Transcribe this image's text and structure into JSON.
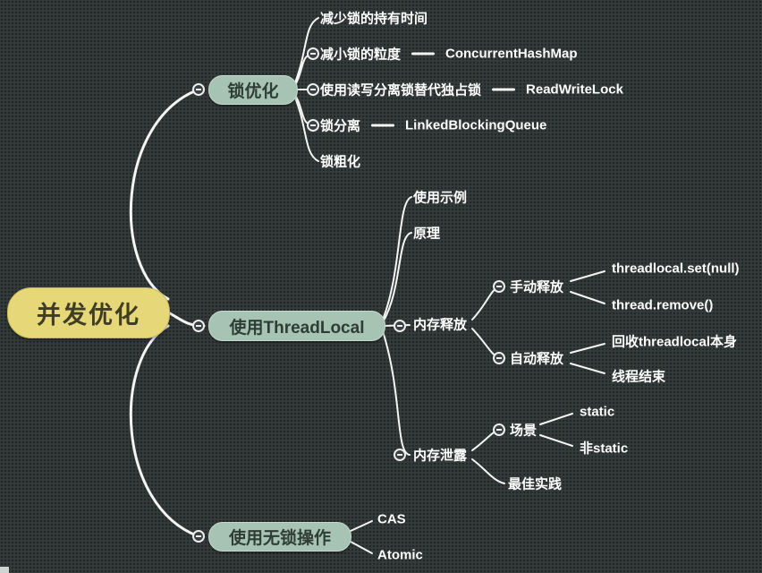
{
  "root": {
    "label": "并发优化"
  },
  "branch_lock": {
    "label": "锁优化",
    "children": {
      "hold_time": {
        "label": "减少锁的持有时间"
      },
      "granularity": {
        "label": "减小锁的粒度",
        "link": "ConcurrentHashMap"
      },
      "rwlock": {
        "label": "使用读写分离锁替代独占锁",
        "link": "ReadWriteLock"
      },
      "separation": {
        "label": "锁分离",
        "link": "LinkedBlockingQueue"
      },
      "coarsening": {
        "label": "锁粗化"
      }
    }
  },
  "branch_threadlocal": {
    "label": "使用ThreadLocal",
    "children": {
      "example": {
        "label": "使用示例"
      },
      "principle": {
        "label": "原理"
      },
      "mem_release": {
        "label": "内存释放",
        "children": {
          "manual": {
            "label": "手动释放",
            "children": {
              "set_null": {
                "label": "threadlocal.set(null)"
              },
              "remove": {
                "label": "thread.remove()"
              }
            }
          },
          "auto": {
            "label": "自动释放",
            "children": {
              "recycle": {
                "label": "回收threadlocal本身"
              },
              "thread_end": {
                "label": "线程结束"
              }
            }
          }
        }
      },
      "mem_leak": {
        "label": "内存泄露",
        "children": {
          "scene": {
            "label": "场景",
            "children": {
              "static": {
                "label": "static"
              },
              "non_static": {
                "label": "非static"
              }
            }
          },
          "best_practice": {
            "label": "最佳实践"
          }
        }
      }
    }
  },
  "branch_lockfree": {
    "label": "使用无锁操作",
    "children": {
      "cas": {
        "label": "CAS"
      },
      "atomic": {
        "label": "Atomic"
      }
    }
  },
  "colors": {
    "bg": "#343b3a",
    "line": "#f5f5f5",
    "text": "#ffffff",
    "root_fill": "#e6d878",
    "root_border": "#c9ba58",
    "root_text": "#403d25",
    "branch_fill": "#a6c3b4",
    "branch_border": "#c6d8cd",
    "branch_text": "#2f3d36"
  }
}
